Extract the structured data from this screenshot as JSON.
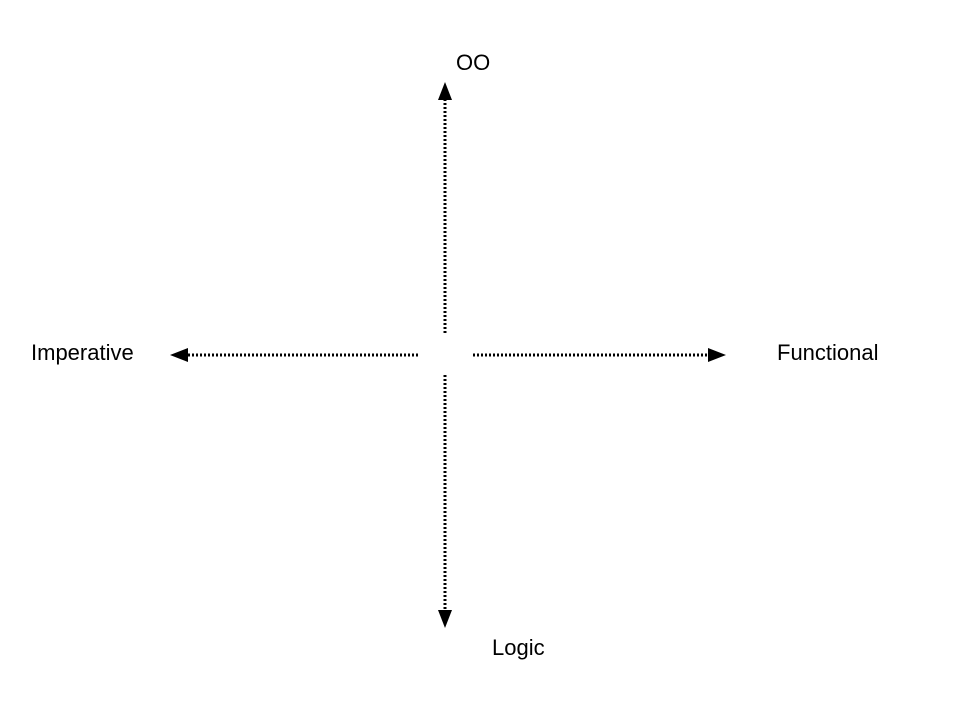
{
  "diagram": {
    "labels": {
      "top": "OO",
      "left": "Imperative",
      "right": "Functional",
      "bottom": "Logic"
    },
    "colors": {
      "line": "#000000",
      "text": "#000000",
      "background": "#ffffff"
    }
  }
}
